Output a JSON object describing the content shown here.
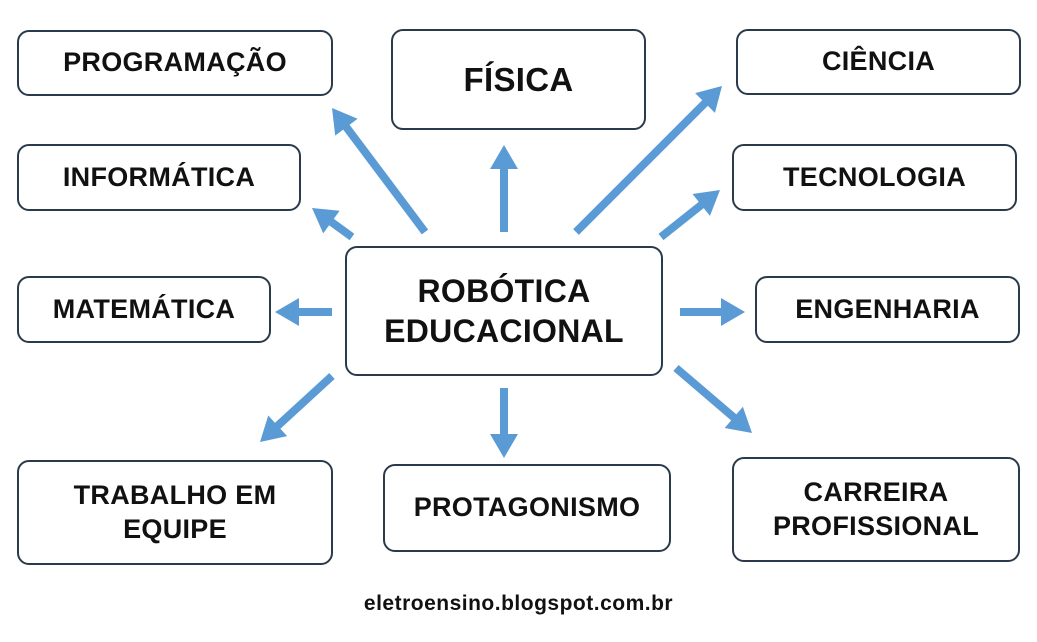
{
  "diagram": {
    "center_label": "ROBÓTICA\nEDUCACIONAL",
    "nodes": {
      "programacao": "PROGRAMAÇÃO",
      "fisica": "FÍSICA",
      "ciencia": "CIÊNCIA",
      "informatica": "INFORMÁTICA",
      "tecnologia": "TECNOLOGIA",
      "matematica": "MATEMÁTICA",
      "engenharia": "ENGENHARIA",
      "trabalho_em_equipe": "TRABALHO EM\nEQUIPE",
      "protagonismo": "PROTAGONISMO",
      "carreira_profissional": "CARREIRA\nPROFISSIONAL"
    },
    "arrow_color": "#5b9bd5",
    "border_color": "#2a3a4a"
  },
  "footer": {
    "text": "eletroensino.blogspot.com.br"
  }
}
